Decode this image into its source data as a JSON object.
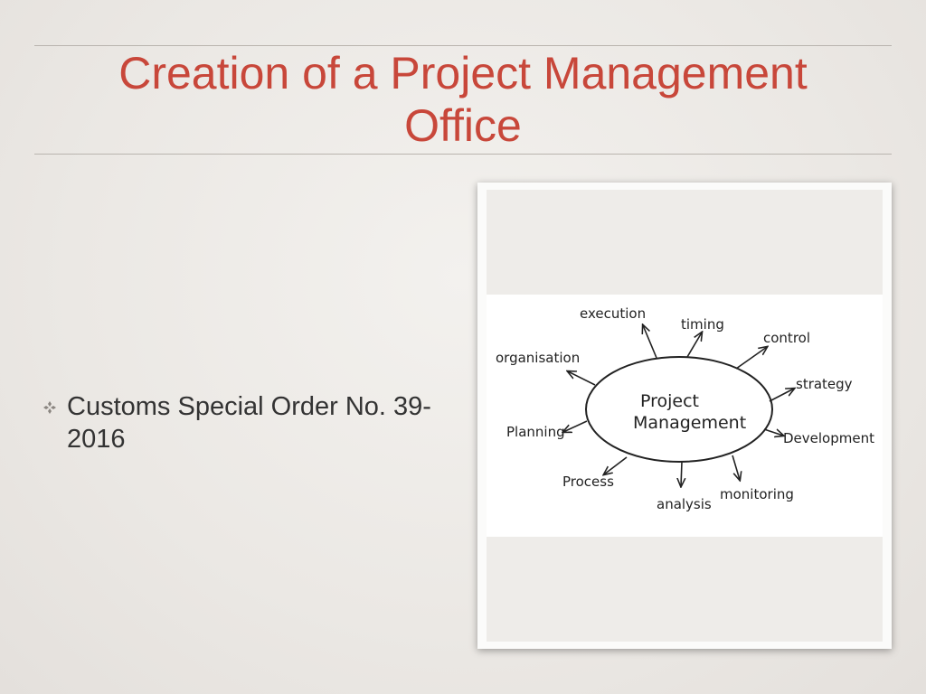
{
  "slide": {
    "title_line1": "Creation of a Project Management",
    "title_line2": "Office",
    "bullet": {
      "icon": "diamond-flower-bullet-icon",
      "text_line1": "Customs Special Order No. 39-",
      "text_line2": "2016"
    }
  },
  "mindmap": {
    "center_line1": "Project",
    "center_line2": "Management",
    "nodes": {
      "execution": "execution",
      "timing": "timing",
      "control": "control",
      "organisation": "organisation",
      "strategy": "strategy",
      "planning": "Planning",
      "development": "Development",
      "process": "Process",
      "analysis": "analysis",
      "monitoring": "monitoring"
    }
  },
  "colors": {
    "title": "#c8473a",
    "body_text": "#333333",
    "background": "#ece9e6"
  }
}
